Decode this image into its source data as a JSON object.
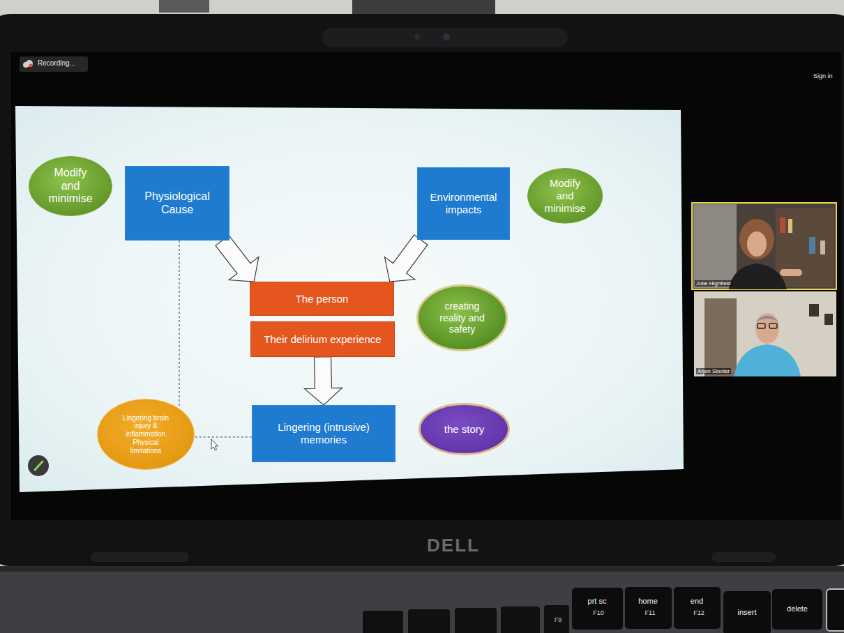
{
  "diagram": {
    "nodes": [
      {
        "text": [
          "Modify and minimise"
        ]
      },
      {
        "text": [
          "Physiological Cause"
        ]
      },
      {
        "text": [
          "Environmental impacts"
        ]
      },
      {
        "text": [
          "Modify and minimise"
        ]
      },
      {
        "text": [
          "The person"
        ]
      },
      {
        "text": [
          "Their delirium experience"
        ]
      },
      {
        "text": [
          "creating reality and safety"
        ]
      },
      {
        "text": [
          "Lingering brain injury & inflammation Physical limitations"
        ]
      },
      {
        "text": [
          "Lingering (intrusive) memories"
        ]
      },
      {
        "text": [
          "the story"
        ]
      }
    ],
    "edges": [
      {
        "from": 1,
        "to": 4,
        "arrow": "to"
      },
      {
        "from": 2,
        "to": 4,
        "arrow": "to"
      },
      {
        "from": 5,
        "to": 8,
        "arrow": "to"
      },
      {
        "from": 1,
        "to": 7,
        "arrow": "none"
      },
      {
        "from": 7,
        "to": 8,
        "arrow": "none"
      }
    ],
    "labels": [
      "Recording...",
      "Sign in",
      "Julie Highfield",
      "Arjen Slooter",
      "DELL",
      "F9",
      "prt sc",
      "F10",
      "home",
      "F11",
      "end",
      "F12",
      "insert",
      "delete"
    ]
  }
}
